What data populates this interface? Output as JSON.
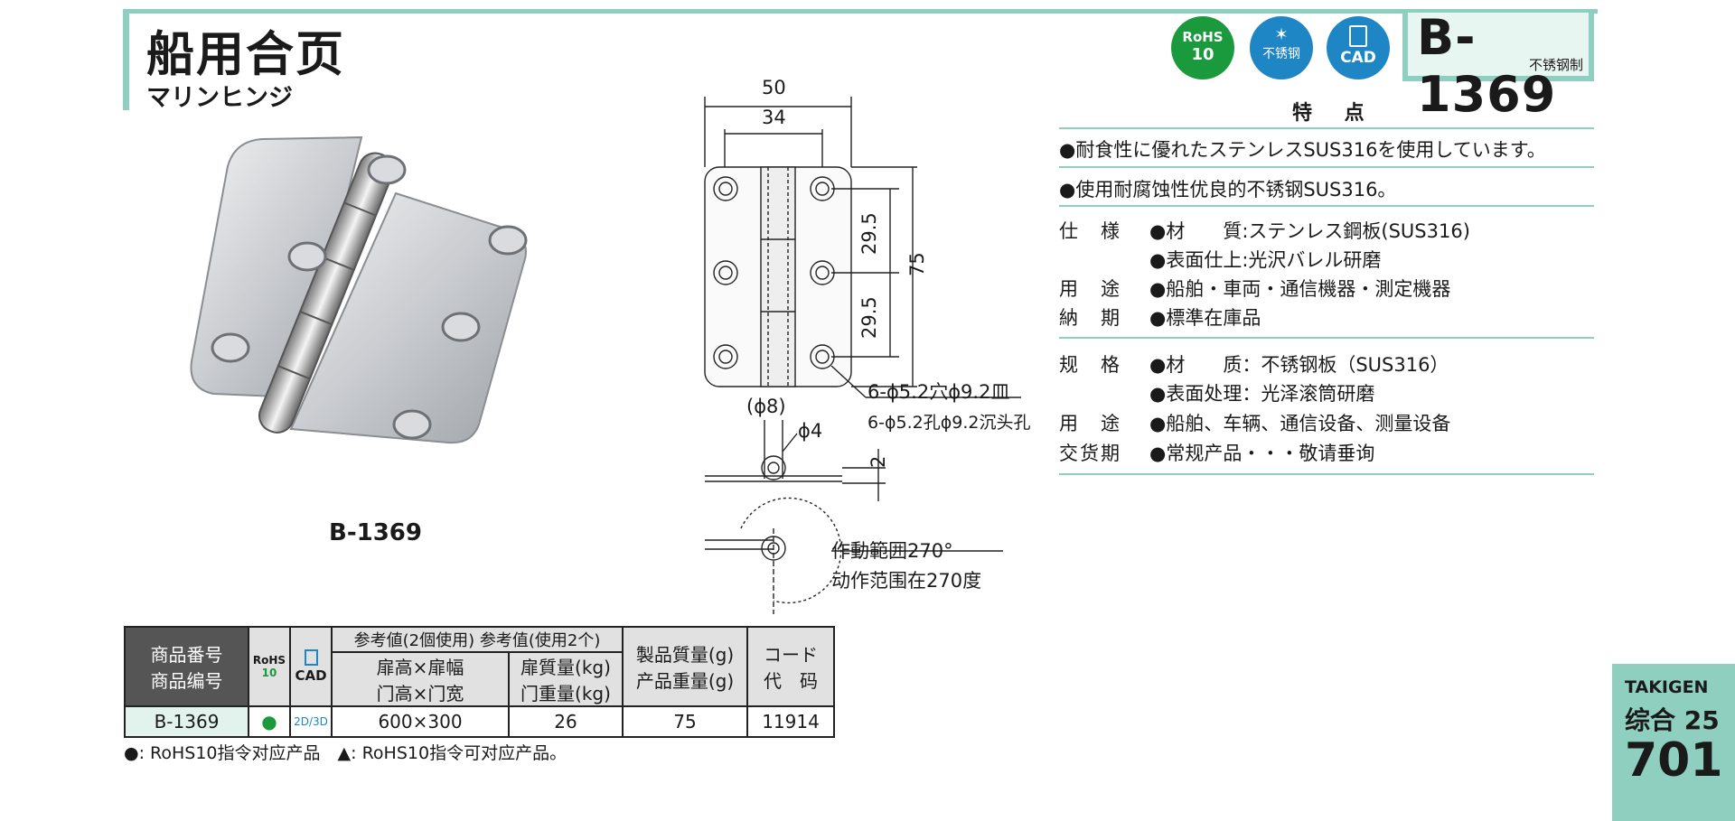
{
  "header": {
    "title": "船用合页",
    "subtitle": "マリンヒンジ",
    "model_code": "B-1369",
    "material_note": "不锈钢制",
    "badges": {
      "rohs_line1": "RoHS",
      "rohs_line2": "10",
      "stainless": "不锈钢",
      "cad": "CAD"
    }
  },
  "features": {
    "heading": "特 点",
    "items": [
      "●耐食性に優れたステンレスSUS316を使用しています。",
      "●使用耐腐蚀性优良的不锈钢SUS316。"
    ]
  },
  "specs_jp": [
    {
      "label": "仕　様",
      "value": "●材　　質:ステンレス鋼板(SUS316)"
    },
    {
      "label": "",
      "value": "●表面仕上:光沢バレル研磨"
    },
    {
      "label": "用　途",
      "value": "●船舶・車両・通信機器・測定機器"
    },
    {
      "label": "納　期",
      "value": "●標準在庫品"
    }
  ],
  "specs_cn": [
    {
      "label": "规　格",
      "value": "●材　　质：不锈钢板（SUS316）"
    },
    {
      "label": "",
      "value": "●表面处理：光泽滚筒研磨"
    },
    {
      "label": "用　途",
      "value": "●船舶、车辆、通信设备、测量设备"
    },
    {
      "label": "交货期",
      "value": "●常规产品・・・敬请垂询"
    }
  ],
  "photo": {
    "caption": "B-1369"
  },
  "drawing": {
    "dims": {
      "width_outer": "50",
      "width_inner": "34",
      "height": "75",
      "pitch_upper": "29.5",
      "pitch_lower": "29.5",
      "holes_jp": "6-ϕ5.2穴ϕ9.2皿",
      "holes_cn": "6-ϕ5.2孔ϕ9.2沉头孔",
      "knuckle_dia": "(ϕ8)",
      "pin_dia": "ϕ4",
      "thickness": "2",
      "rotation_jp": "作動範囲270°",
      "rotation_cn": "动作范围在270度"
    }
  },
  "table": {
    "headers": {
      "product_no_jp": "商品番号",
      "product_no_cn": "商品编号",
      "rohs_line1": "RoHS",
      "rohs_line2": "10",
      "cad": "CAD",
      "ref_group": "参考値(2個使用) 参考值(使用2个)",
      "door_size_jp": "扉高×扉幅",
      "door_size_cn": "门高×门宽",
      "door_weight_jp": "扉質量(kg)",
      "door_weight_cn": "门重量(kg)",
      "product_weight_jp": "製品質量(g)",
      "product_weight_cn": "产品重量(g)",
      "code_jp": "コード",
      "code_cn": "代　码"
    },
    "rows": [
      {
        "product_no": "B-1369",
        "rohs": "●",
        "cad": "2D/3D",
        "door_size": "600×300",
        "door_weight": "26",
        "product_weight": "75",
        "code": "11914"
      }
    ]
  },
  "footnote": "●: RoHS10指令对应产品　▲: RoHS10指令可对应产品。",
  "side_tab": {
    "brand": "TAKIGEN",
    "catalog": "综合 25",
    "page": "701"
  },
  "colors": {
    "accent": "#8fcfbf",
    "rohs_green": "#1a9a3c",
    "badge_blue": "#1f86c5",
    "table_header": "#555555"
  }
}
